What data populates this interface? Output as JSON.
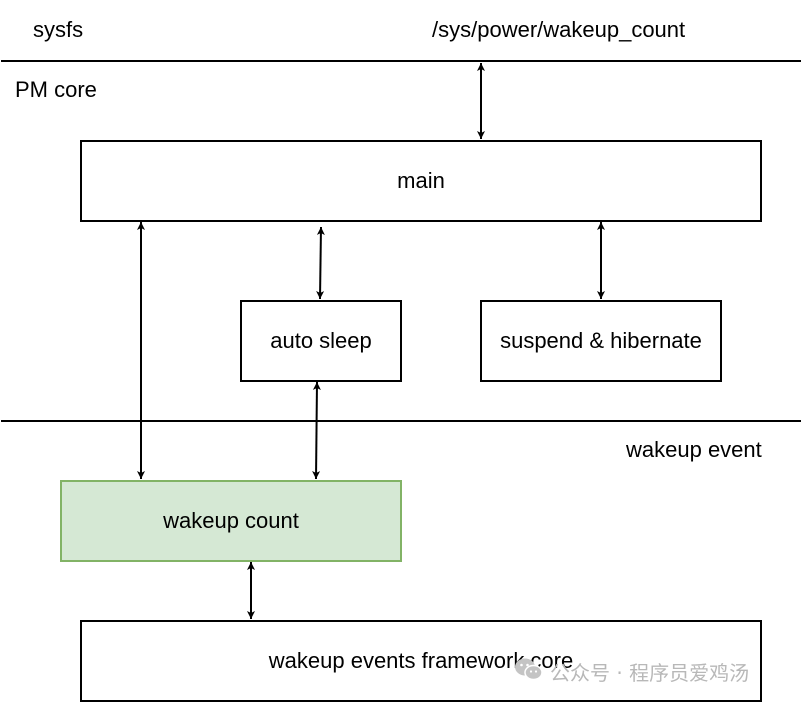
{
  "layers": {
    "sysfs": "sysfs",
    "pm_core": "PM core",
    "wakeup_event": "wakeup event"
  },
  "sysfs_path": "/sys/power/wakeup_count",
  "boxes": {
    "main": "main",
    "auto_sleep": "auto sleep",
    "suspend_hibernate": "suspend & hibernate",
    "wakeup_count": "wakeup count",
    "framework_core": "wakeup events framework core"
  },
  "watermark": {
    "text": "公众号 · 程序员爱鸡汤",
    "icon": "wechat-icon"
  },
  "colors": {
    "wakeup_count_fill": "#d5e8d4",
    "wakeup_count_border": "#82b366"
  }
}
